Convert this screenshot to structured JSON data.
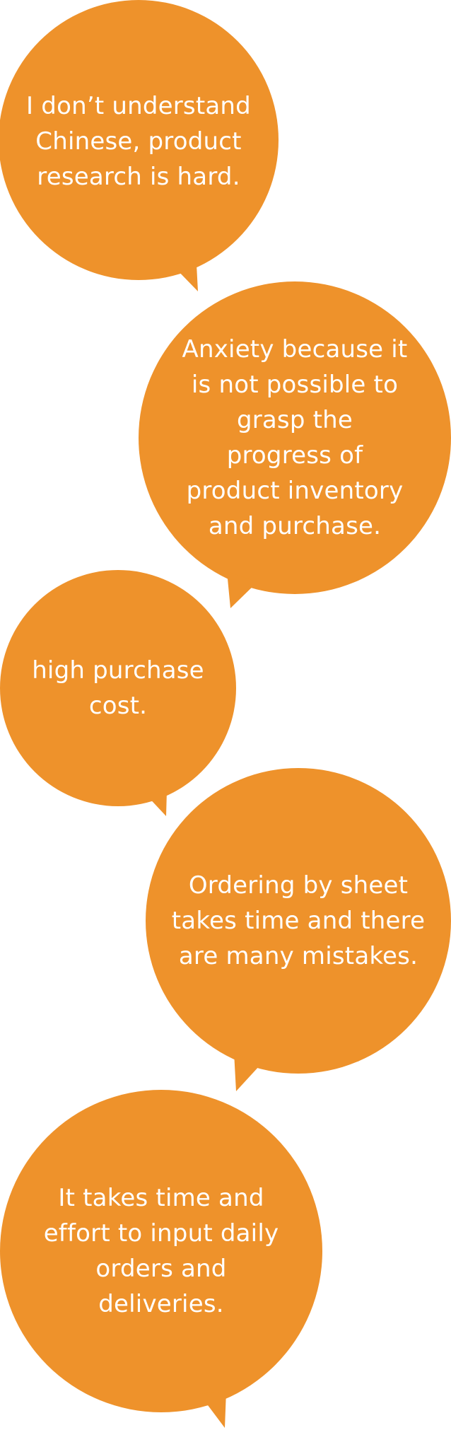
{
  "style": {
    "bubble_color": "#EE922B",
    "text_color": "#FFFFFF"
  },
  "bubbles": [
    {
      "text": "I don’t understand\nChinese, product\nresearch is hard."
    },
    {
      "text": "Anxiety because it\nis not possible to\ngrasp the\nprogress of\nproduct inventory\nand purchase."
    },
    {
      "text": "high purchase\ncost."
    },
    {
      "text": "Ordering by sheet\ntakes time and there\nare many mistakes."
    },
    {
      "text": "It takes time and\neffort to input daily\norders and\ndeliveries."
    }
  ]
}
